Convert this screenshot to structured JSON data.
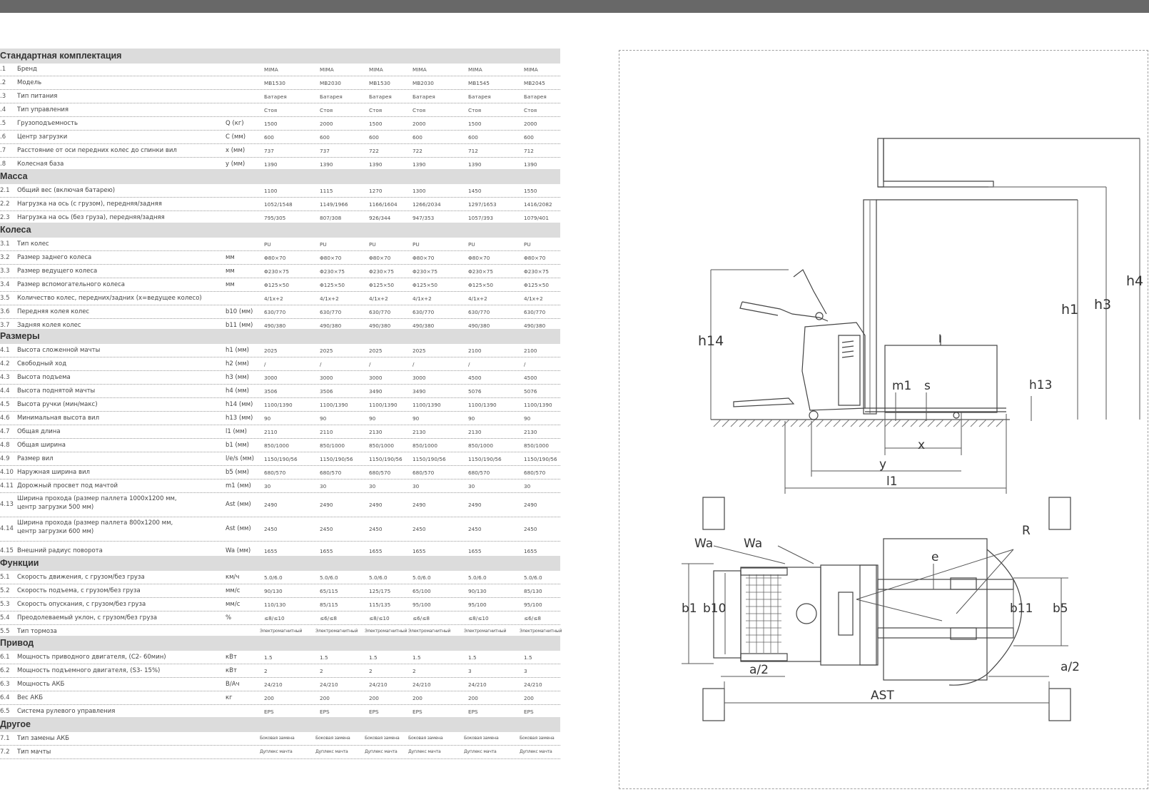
{
  "columns": [
    370,
    448,
    517,
    578,
    656,
    734
  ],
  "sections": [
    {
      "title": "Стандартная комплектация",
      "rows": [
        {
          "num": ".1",
          "name": "Бренд",
          "unit": "",
          "values": [
            "MIMA",
            "MIMA",
            "MIMA",
            "MIMA",
            "MIMA",
            "MIMA"
          ]
        },
        {
          "num": ".2",
          "name": "Модель",
          "unit": "",
          "values": [
            "MB1530",
            "MB2030",
            "MB1530",
            "MB2030",
            "MB1545",
            "MB2045"
          ]
        },
        {
          "num": ".3",
          "name": "Тип питания",
          "unit": "",
          "values": [
            "Батарея",
            "Батарея",
            "Батарея",
            "Батарея",
            "Батарея",
            "Батарея"
          ]
        },
        {
          "num": ".4",
          "name": "Тип управления",
          "unit": "",
          "values": [
            "Стоя",
            "Стоя",
            "Стоя",
            "Стоя",
            "Стоя",
            "Стоя"
          ]
        },
        {
          "num": ".5",
          "name": "Грузоподъемность",
          "unit": "Q (кг)",
          "values": [
            "1500",
            "2000",
            "1500",
            "2000",
            "1500",
            "2000"
          ]
        },
        {
          "num": ".6",
          "name": "Центр загрузки",
          "unit": "C (мм)",
          "values": [
            "600",
            "600",
            "600",
            "600",
            "600",
            "600"
          ]
        },
        {
          "num": ".7",
          "name": "Расстояние от оси передних колес до спинки вил",
          "unit": "x (мм)",
          "values": [
            "737",
            "737",
            "722",
            "722",
            "712",
            "712"
          ]
        },
        {
          "num": ".8",
          "name": "Колесная база",
          "unit": "y (мм)",
          "values": [
            "1390",
            "1390",
            "1390",
            "1390",
            "1390",
            "1390"
          ]
        }
      ]
    },
    {
      "title": "Масса",
      "rows": [
        {
          "num": "2.1",
          "name": "Общий вес (включая батарею)",
          "unit": "",
          "values": [
            "1100",
            "1115",
            "1270",
            "1300",
            "1450",
            "1550"
          ]
        },
        {
          "num": "2.2",
          "name": "Нагрузка на ось (с грузом), передняя/задняя",
          "unit": "",
          "values": [
            "1052/1548",
            "1149/1966",
            "1166/1604",
            "1266/2034",
            "1297/1653",
            "1416/2082"
          ]
        },
        {
          "num": "2.3",
          "name": "Нагрузка на ось (без груза), передняя/задняя",
          "unit": "",
          "values": [
            "795/305",
            "807/308",
            "926/344",
            "947/353",
            "1057/393",
            "1079/401"
          ]
        }
      ]
    },
    {
      "title": "Колеса",
      "rows": [
        {
          "num": "3.1",
          "name": "Тип колес",
          "unit": "",
          "values": [
            "PU",
            "PU",
            "PU",
            "PU",
            "PU",
            "PU"
          ]
        },
        {
          "num": "3.2",
          "name": "Размер заднего колеса",
          "unit": "мм",
          "values": [
            "Φ80×70",
            "Φ80×70",
            "Φ80×70",
            "Φ80×70",
            "Φ80×70",
            "Φ80×70"
          ]
        },
        {
          "num": "3.3",
          "name": "Размер ведущего колеса",
          "unit": "мм",
          "values": [
            "Φ230×75",
            "Φ230×75",
            "Φ230×75",
            "Φ230×75",
            "Φ230×75",
            "Φ230×75"
          ]
        },
        {
          "num": "3.4",
          "name": "Размер вспомогательного колеса",
          "unit": "мм",
          "values": [
            "Φ125×50",
            "Φ125×50",
            "Φ125×50",
            "Φ125×50",
            "Φ125×50",
            "Φ125×50"
          ]
        },
        {
          "num": "3.5",
          "name": "Количество колес, передних/задних (x=ведущее колесо)",
          "unit": "",
          "values": [
            "4/1x+2",
            "4/1x+2",
            "4/1x+2",
            "4/1x+2",
            "4/1x+2",
            "4/1x+2"
          ]
        },
        {
          "num": "3.6",
          "name": "Передняя колея колес",
          "unit": "b10 (мм)",
          "values": [
            "630/770",
            "630/770",
            "630/770",
            "630/770",
            "630/770",
            "630/770"
          ]
        },
        {
          "num": "3.7",
          "name": "Задняя колея колес",
          "unit": "b11 (мм)",
          "values": [
            "490/380",
            "490/380",
            "490/380",
            "490/380",
            "490/380",
            "490/380"
          ]
        }
      ]
    },
    {
      "title": "Размеры",
      "rows": [
        {
          "num": "4.1",
          "name": "Высота сложенной мачты",
          "unit": "h1 (мм)",
          "values": [
            "2025",
            "2025",
            "2025",
            "2025",
            "2100",
            "2100"
          ]
        },
        {
          "num": "4.2",
          "name": "Свободный ход",
          "unit": "h2 (мм)",
          "values": [
            "/",
            "/",
            "/",
            "/",
            "/",
            "/"
          ]
        },
        {
          "num": "4.3",
          "name": "Высота подъема",
          "unit": "h3 (мм)",
          "values": [
            "3000",
            "3000",
            "3000",
            "3000",
            "4500",
            "4500"
          ]
        },
        {
          "num": "4.4",
          "name": "Высота поднятой мачты",
          "unit": "h4 (мм)",
          "values": [
            "3506",
            "3506",
            "3490",
            "3490",
            "5076",
            "5076"
          ]
        },
        {
          "num": "4.5",
          "name": "Высота ручки (мин/макс)",
          "unit": "h14 (мм)",
          "values": [
            "1100/1390",
            "1100/1390",
            "1100/1390",
            "1100/1390",
            "1100/1390",
            "1100/1390"
          ]
        },
        {
          "num": "4.6",
          "name": "Минимальная высота вил",
          "unit": "h13 (мм)",
          "values": [
            "90",
            "90",
            "90",
            "90",
            "90",
            "90"
          ]
        },
        {
          "num": "4.7",
          "name": "Общая длина",
          "unit": "l1 (мм)",
          "values": [
            "2110",
            "2110",
            "2130",
            "2130",
            "2130",
            "2130"
          ]
        },
        {
          "num": "4.8",
          "name": "Общая ширина",
          "unit": "b1 (мм)",
          "values": [
            "850/1000",
            "850/1000",
            "850/1000",
            "850/1000",
            "850/1000",
            "850/1000"
          ]
        },
        {
          "num": "4.9",
          "name": "Размер вил",
          "unit": "l/e/s (мм)",
          "values": [
            "1150/190/56",
            "1150/190/56",
            "1150/190/56",
            "1150/190/56",
            "1150/190/56",
            "1150/190/56"
          ]
        },
        {
          "num": "4.10",
          "name": "Наружная ширина вил",
          "unit": "b5 (мм)",
          "values": [
            "680/570",
            "680/570",
            "680/570",
            "680/570",
            "680/570",
            "680/570"
          ]
        },
        {
          "num": "4.11",
          "name": "Дорожный просвет под мачтой",
          "unit": "m1 (мм)",
          "values": [
            "30",
            "30",
            "30",
            "30",
            "30",
            "30"
          ]
        },
        {
          "num": "4.13",
          "name": "Ширина прохода (размер паллета 1000x1200 мм,",
          "name2": "центр загрузки 500 мм)",
          "unit": "Ast (мм)",
          "values": [
            "2490",
            "2490",
            "2490",
            "2490",
            "2490",
            "2490"
          ]
        },
        {
          "num": "4.14",
          "name": "Ширина прохода (размер паллета 800x1200 мм,",
          "name2": "центр загрузки 600 мм)",
          "unit": "Ast (мм)",
          "values": [
            "2450",
            "2450",
            "2450",
            "2450",
            "2450",
            "2450"
          ]
        },
        {
          "num": "4.15",
          "name": "Внешний радиус поворота",
          "unit": "Wa (мм)",
          "values": [
            "1655",
            "1655",
            "1655",
            "1655",
            "1655",
            "1655"
          ]
        }
      ]
    },
    {
      "title": "Функции",
      "rows": [
        {
          "num": "5.1",
          "name": "Скорость движения, с грузом/без груза",
          "unit": "км/ч",
          "values": [
            "5.0/6.0",
            "5.0/6.0",
            "5.0/6.0",
            "5.0/6.0",
            "5.0/6.0",
            "5.0/6.0"
          ]
        },
        {
          "num": "5.2",
          "name": "Скорость подъема, с грузом/без груза",
          "unit": "мм/с",
          "values": [
            "90/130",
            "65/115",
            "125/175",
            "65/100",
            "90/130",
            "85/130"
          ]
        },
        {
          "num": "5.3",
          "name": "Скорость опускания, с грузом/без груза",
          "unit": "мм/с",
          "values": [
            "110/130",
            "85/115",
            "115/135",
            "95/100",
            "95/100",
            "95/100"
          ]
        },
        {
          "num": "5.4",
          "name": "Преодолеваемый уклон, с грузом/без груза",
          "unit": "%",
          "values": [
            "≤8/≤10",
            "≤6/≤8",
            "≤8/≤10",
            "≤6/≤8",
            "≤8/≤10",
            "≤6/≤8"
          ]
        },
        {
          "num": "5.5",
          "name": "Тип тормоза",
          "unit": "",
          "tiny": true,
          "values": [
            "Электромагнитный",
            "Электромагнитный",
            "Электромагнитный",
            "Электромагнитный",
            "Электромагнитный",
            "Электромагнитный"
          ]
        }
      ]
    },
    {
      "title": "Привод",
      "rows": [
        {
          "num": "6.1",
          "name": "Мощность приводного двигателя, (С2- 60мин)",
          "unit": "кВт",
          "values": [
            "1.5",
            "1.5",
            "1.5",
            "1.5",
            "1.5",
            "1.5"
          ]
        },
        {
          "num": "6.2",
          "name": "Мощность подъемного двигателя, (S3- 15%)",
          "unit": "кВт",
          "values": [
            "2",
            "2",
            "2",
            "2",
            "3",
            "3"
          ]
        },
        {
          "num": "6.3",
          "name": "Мощность АКБ",
          "unit": "В/Ач",
          "values": [
            "24/210",
            "24/210",
            "24/210",
            "24/210",
            "24/210",
            "24/210"
          ]
        },
        {
          "num": "6.4",
          "name": "Вес АКБ",
          "unit": "кг",
          "values": [
            "200",
            "200",
            "200",
            "200",
            "200",
            "200"
          ]
        },
        {
          "num": "6.5",
          "name": "Система рулевого управления",
          "unit": "",
          "values": [
            "EPS",
            "EPS",
            "EPS",
            "EPS",
            "EPS",
            "EPS"
          ]
        }
      ]
    },
    {
      "title": "Другое",
      "rows": [
        {
          "num": "7.1",
          "name": "Тип замены АКБ",
          "unit": "",
          "tiny": true,
          "values": [
            "Боковая замена",
            "Боковая замена",
            "Боковая замена",
            "Боковая замена",
            "Боковая замена",
            "Боковая замена"
          ]
        },
        {
          "num": "7.2",
          "name": "Тип мачты",
          "unit": "",
          "tiny": true,
          "values": [
            "Дуплекс мачта",
            "Дуплекс мачта",
            "Дуплекс мачта",
            "Дуплекс мачта",
            "Дуплекс мачта",
            "Дуплекс мачта"
          ]
        }
      ]
    }
  ],
  "drawing": {
    "side_labels": {
      "h4": "h4",
      "h3": "h3",
      "h1": "h1",
      "h14": "h14",
      "h13": "h13",
      "m1": "m1",
      "s": "s",
      "l": "l",
      "x": "x",
      "y": "y",
      "l1": "l1"
    },
    "top_labels": {
      "wa1": "Wa",
      "wa2": "Wa",
      "r": "R",
      "e": "e",
      "b1": "b1",
      "b10": "b10",
      "b11": "b11",
      "b5": "b5",
      "a2_left": "a/2",
      "a2_right": "a/2",
      "ast": "AST"
    }
  }
}
